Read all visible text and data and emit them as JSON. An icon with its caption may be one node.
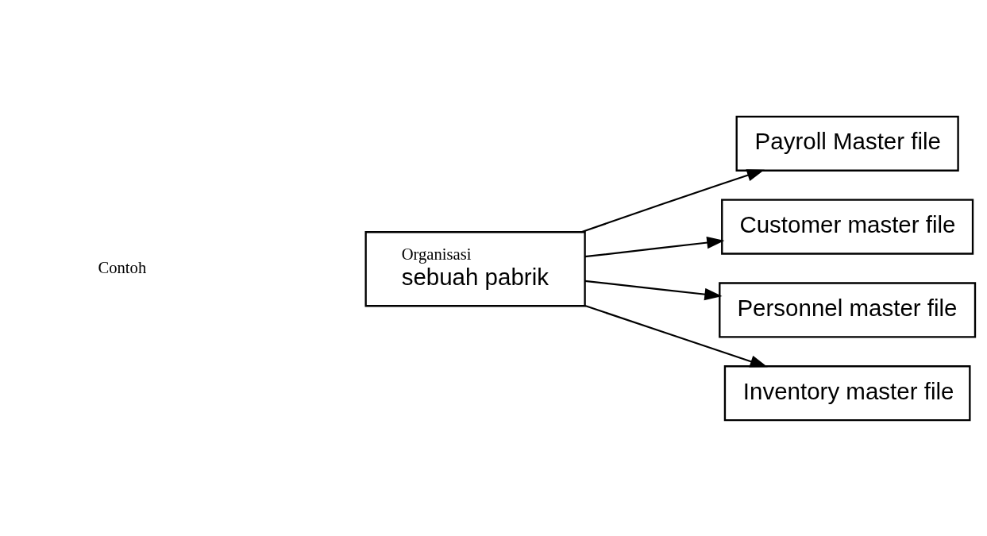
{
  "diagram": {
    "nodes": [
      {
        "text": [
          "Organisasi",
          "sebuah pabrik"
        ]
      },
      {
        "text": [
          "Payroll Master file"
        ]
      },
      {
        "text": [
          "Customer master file"
        ]
      },
      {
        "text": [
          "Personnel master file"
        ]
      },
      {
        "text": [
          "Inventory master file"
        ]
      }
    ],
    "edges": [
      {
        "from": 0,
        "to": 1,
        "arrow": "to"
      },
      {
        "from": 0,
        "to": 2,
        "arrow": "to"
      },
      {
        "from": 0,
        "to": 3,
        "arrow": "to"
      },
      {
        "from": 0,
        "to": 4,
        "arrow": "to"
      }
    ],
    "labels": [
      "Contoh"
    ]
  }
}
